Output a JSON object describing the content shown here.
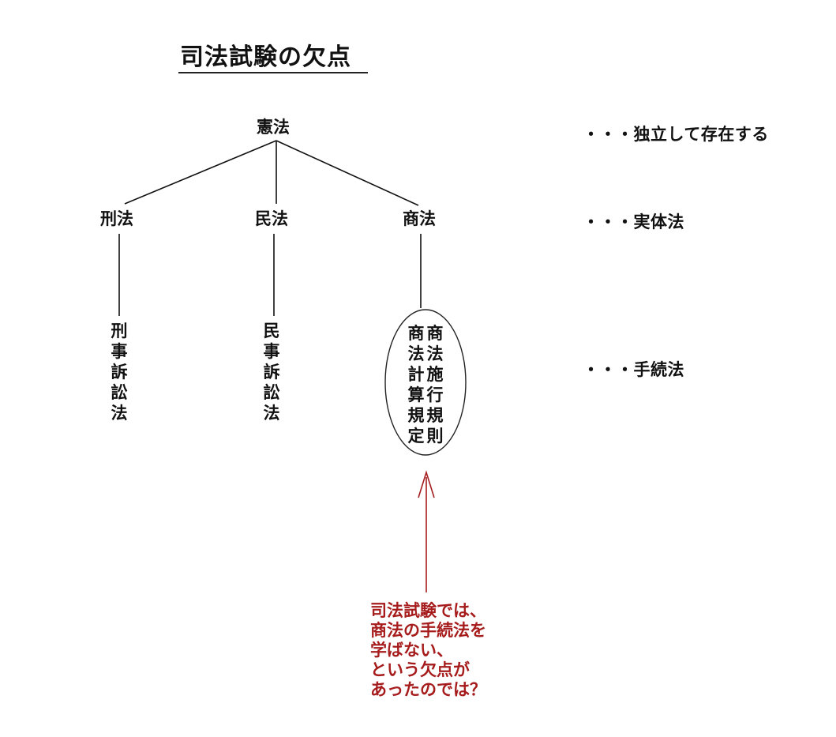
{
  "title": "司法試験の欠点",
  "nodes": {
    "constitution": "憲法",
    "criminal": "刑法",
    "civil": "民法",
    "commercial": "商法"
  },
  "procedural": {
    "criminal_procedure": "刑事訴訟法",
    "civil_procedure": "民事訴訟法",
    "commercial_col_right": "商法施行規則",
    "commercial_col_left": "商法計算規定"
  },
  "levels": {
    "independent": "・・・独立して存在する",
    "substantive": "・・・実体法",
    "procedural": "・・・手続法"
  },
  "note": {
    "lines": [
      "司法試験では、",
      "商法の手続法を",
      "学ばない、",
      "という欠点が",
      "あったのでは？"
    ]
  },
  "colors": {
    "line": "#111111",
    "arrow": "#a61c1c",
    "note": "#a61c1c"
  }
}
